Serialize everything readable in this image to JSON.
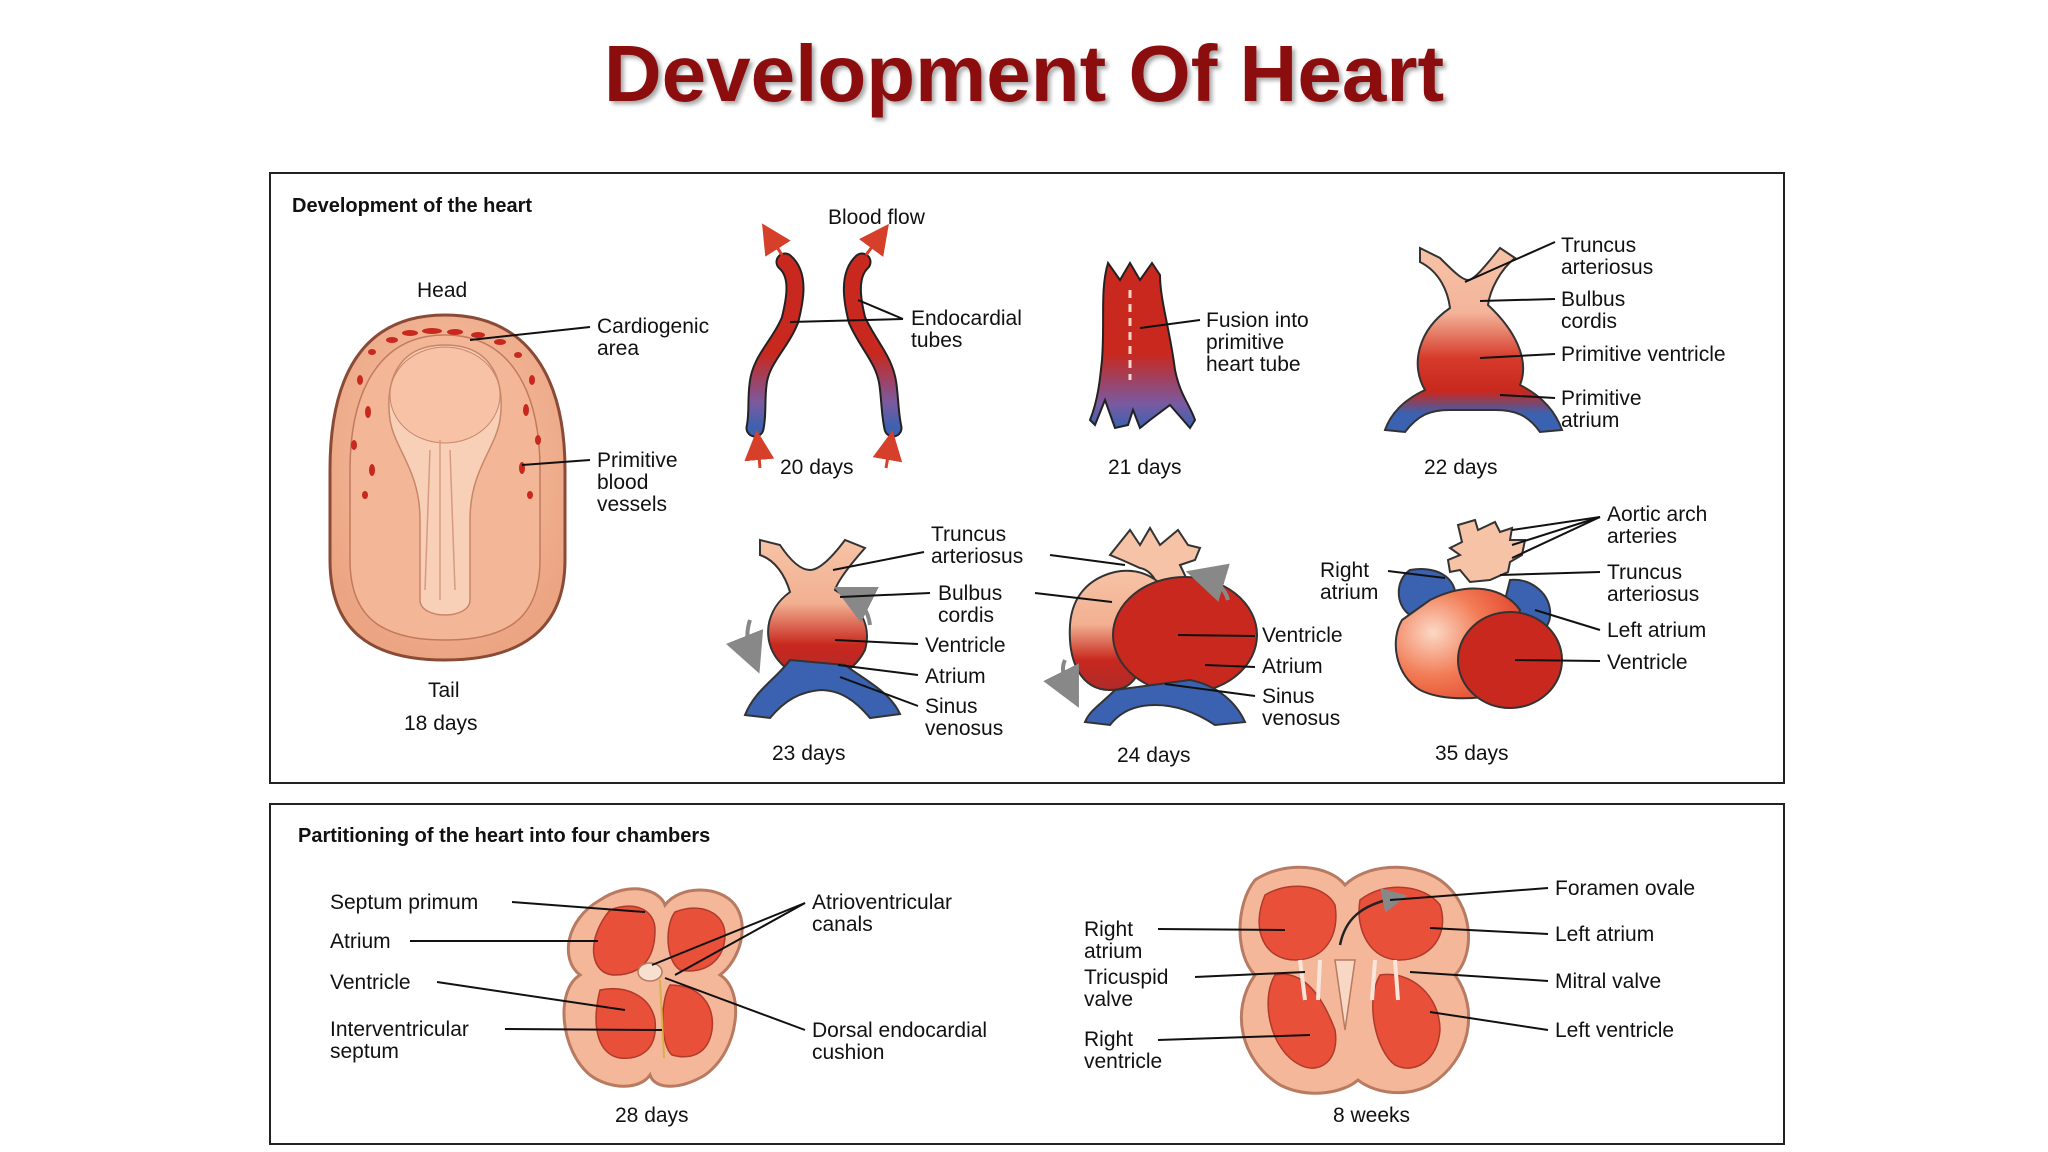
{
  "title": "Development Of Heart",
  "panel_top": {
    "header": "Development of the heart",
    "blood_flow": "Blood flow",
    "embryo": {
      "head": "Head",
      "tail": "Tail",
      "age": "18 days",
      "cardiogenic_area": [
        "Cardiogenic",
        "area"
      ],
      "primitive_blood_vessels": [
        "Primitive",
        "blood",
        "vessels"
      ]
    },
    "day20": {
      "age": "20 days",
      "endocardial_tubes": [
        "Endocardial",
        "tubes"
      ]
    },
    "day21": {
      "age": "21 days",
      "fusion": [
        "Fusion into",
        "primitive",
        "heart tube"
      ]
    },
    "day22": {
      "age": "22 days",
      "truncus_arteriosus": [
        "Truncus",
        "arteriosus"
      ],
      "bulbus_cordis": [
        "Bulbus",
        "cordis"
      ],
      "primitive_ventricle": "Primitive ventricle",
      "primitive_atrium": [
        "Primitive",
        "atrium"
      ]
    },
    "day23": {
      "age": "23 days",
      "truncus_arteriosus": [
        "Truncus",
        "arteriosus"
      ],
      "bulbus_cordis": [
        "Bulbus",
        "cordis"
      ],
      "ventricle": "Ventricle",
      "atrium": "Atrium",
      "sinus_venosus": [
        "Sinus",
        "venosus"
      ]
    },
    "day24": {
      "age": "24 days",
      "ventricle": "Ventricle",
      "atrium": "Atrium",
      "sinus_venosus": [
        "Sinus",
        "venosus"
      ]
    },
    "day35": {
      "age": "35 days",
      "aortic_arch_arteries": [
        "Aortic arch",
        "arteries"
      ],
      "right_atrium": [
        "Right",
        "atrium"
      ],
      "truncus_arteriosus": [
        "Truncus",
        "arteriosus"
      ],
      "left_atrium": "Left atrium",
      "ventricle": "Ventricle"
    }
  },
  "panel_bottom": {
    "header": "Partitioning of the heart into four chambers",
    "day28": {
      "age": "28 days",
      "septum_primum": "Septum primum",
      "atrium": "Atrium",
      "ventricle": "Ventricle",
      "interventricular_septum": [
        "Interventricular",
        "septum"
      ],
      "atrioventricular_canals": [
        "Atrioventricular",
        "canals"
      ],
      "dorsal_endocardial_cushion": [
        "Dorsal endocardial",
        "cushion"
      ]
    },
    "week8": {
      "age": "8 weeks",
      "foramen_ovale": "Foramen ovale",
      "right_atrium": [
        "Right",
        "atrium"
      ],
      "left_atrium": "Left atrium",
      "tricuspid_valve": [
        "Tricuspid",
        "valve"
      ],
      "mitral_valve": "Mitral valve",
      "right_ventricle": [
        "Right",
        "ventricle"
      ],
      "left_ventricle": "Left ventricle"
    }
  },
  "colors": {
    "title": "#8b0d0d",
    "arterial_red": "#c8281e",
    "venous_blue": "#3a62b0",
    "tissue_pink": "#f4b79a",
    "cardiac_red": "#e8503a"
  }
}
